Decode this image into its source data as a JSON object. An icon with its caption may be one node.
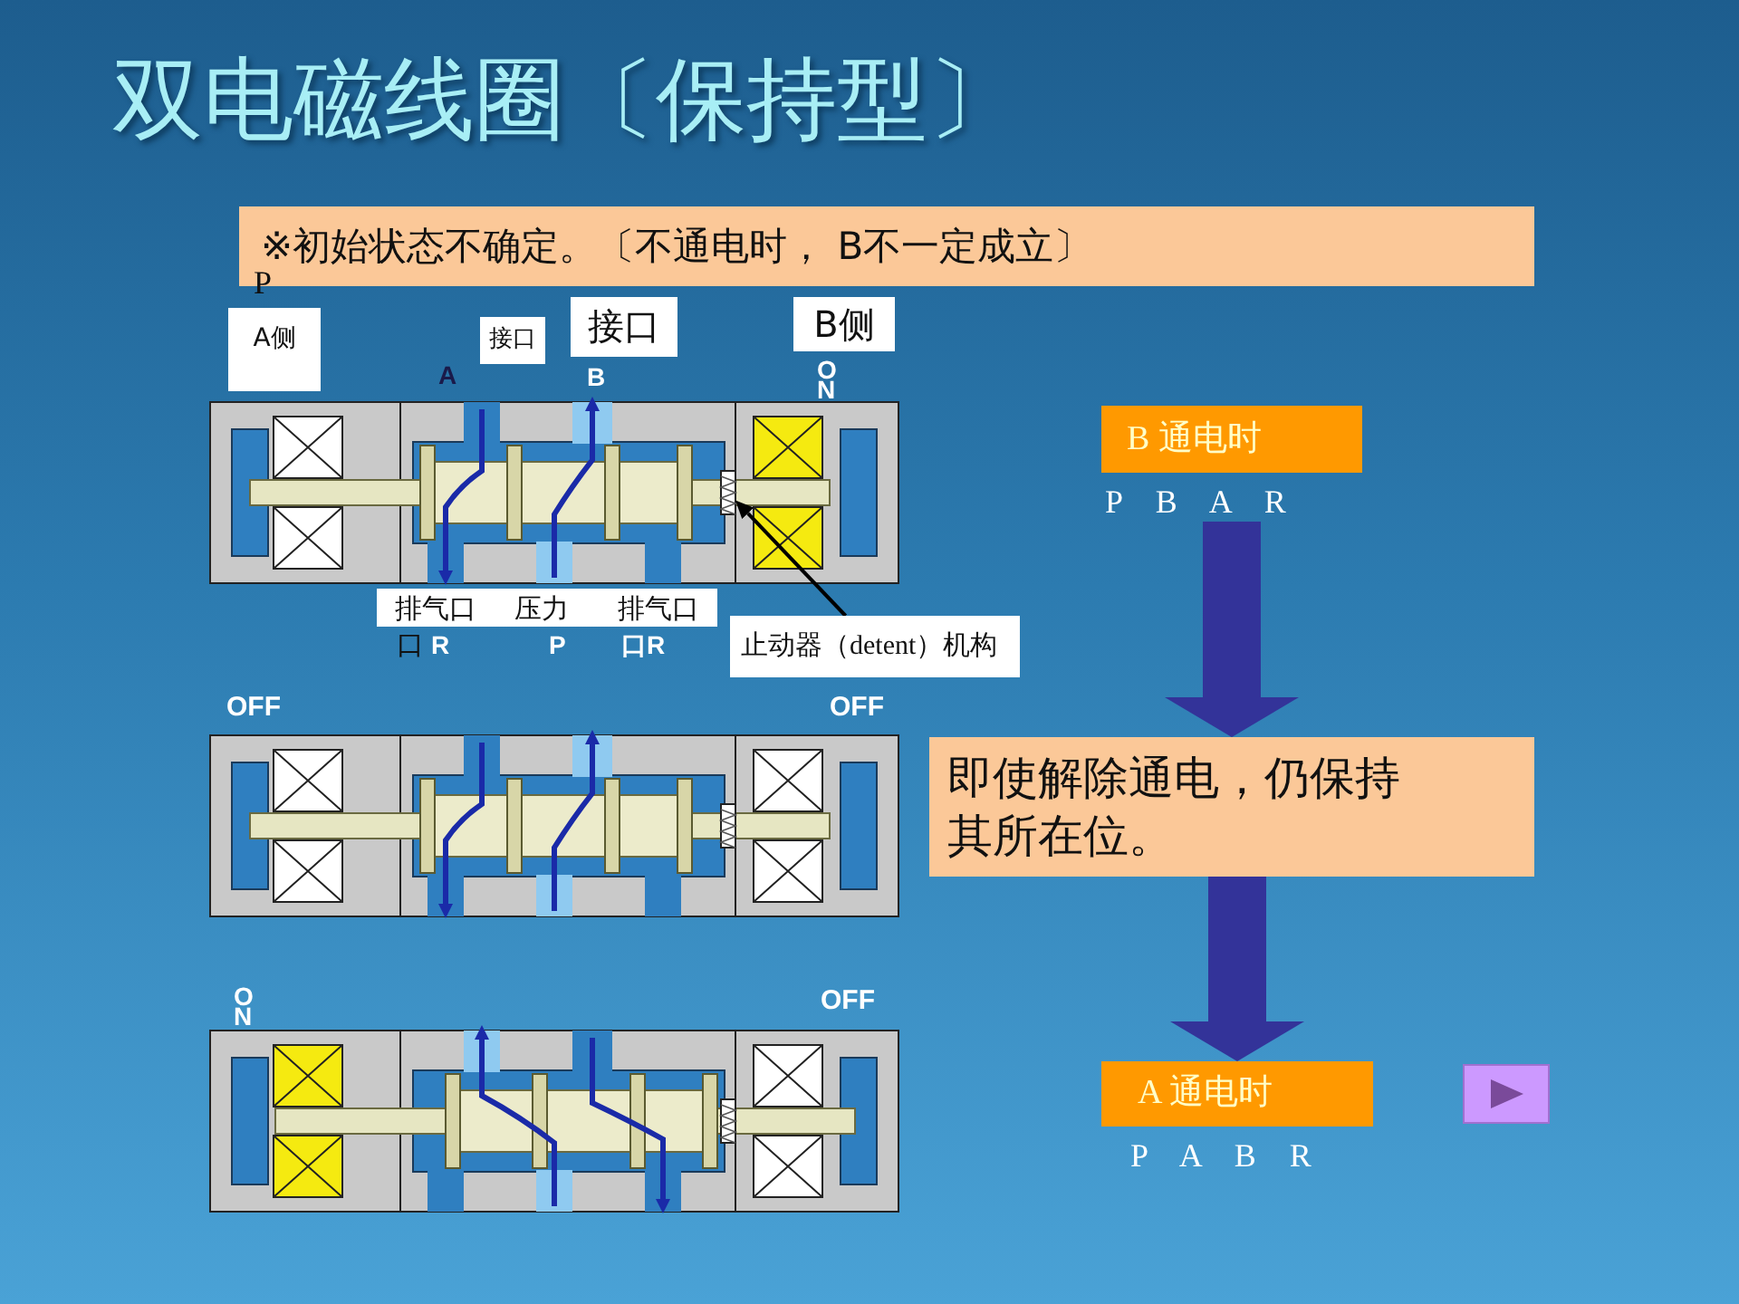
{
  "diagram": {
    "title": "双电磁线圈〔保持型〕",
    "nodes": [
      {
        "text": [
          "B 通电时"
        ],
        "beside": [
          "P B A R"
        ]
      },
      {
        "text": [],
        "shape": "box"
      },
      {
        "text": [
          "止动器（detent）机构"
        ]
      },
      {
        "text": [
          "即使解除通电，仍保持其所在位。"
        ]
      },
      {
        "text": [
          "A 通电时"
        ],
        "beside": [
          "P A B R"
        ]
      }
    ],
    "edges": [
      {
        "from": 2,
        "to": 1,
        "arrow": "to",
        "color": "#000000"
      },
      {
        "from": 0,
        "to": 3,
        "arrow": "to"
      },
      {
        "from": 3,
        "to": 4,
        "arrow": "to"
      }
    ],
    "labels": [
      "※初始状态不确定。〔不通电时， B不一定成立〕",
      "P",
      "A侧",
      "接口",
      "接口",
      "B侧",
      "A",
      "B",
      "ON",
      "排气口",
      "压力",
      "排气口",
      "口",
      "R",
      "P",
      "口R",
      "OFF",
      "OFF",
      "ON",
      "OFF"
    ]
  }
}
